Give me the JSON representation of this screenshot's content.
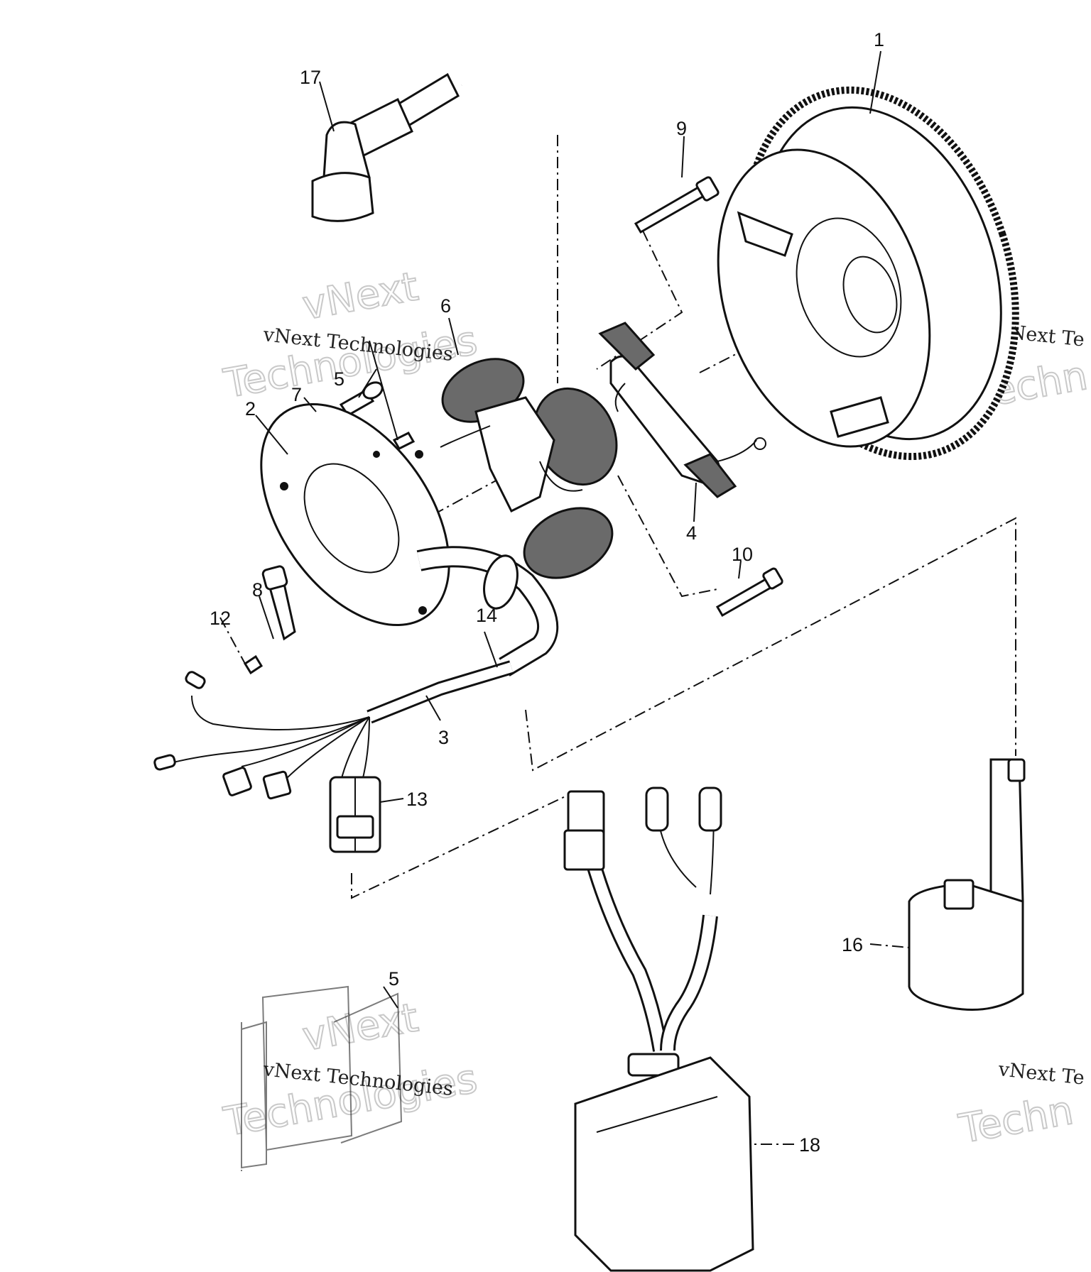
{
  "callouts": {
    "c1": "1",
    "c2": "2",
    "c3": "3",
    "c4": "4",
    "c5a": "5",
    "c5b": "5",
    "c6": "6",
    "c7": "7",
    "c8": "8",
    "c9": "9",
    "c10": "10",
    "c12": "12",
    "c13": "13",
    "c14": "14",
    "c16": "16",
    "c17": "17",
    "c18": "18"
  },
  "watermark": {
    "line1": "vNext",
    "line2": "Technologies",
    "small": "vNext Technologies",
    "small_cut": "vNext Te",
    "big_cut": "Techn"
  }
}
